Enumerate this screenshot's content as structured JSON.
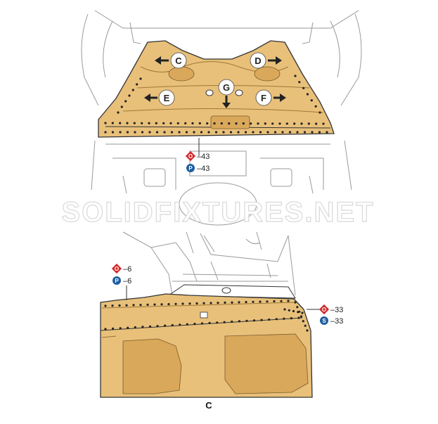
{
  "top_view": {
    "callouts": [
      "C",
      "D",
      "E",
      "F",
      "G"
    ],
    "legend": [
      {
        "icon": "red-diamond-marker-icon",
        "letter": "O",
        "color": "#d0282c",
        "value": "43"
      },
      {
        "icon": "blue-circle-marker-icon",
        "letter": "P",
        "color": "#1f5fa0",
        "value": "43"
      }
    ]
  },
  "watermark": "SOLIDFIXTURES.NET",
  "detail_view": {
    "left_legend": [
      {
        "icon": "red-diamond-marker-icon",
        "letter": "O",
        "color": "#d0282c",
        "value": "6"
      },
      {
        "icon": "blue-circle-marker-icon",
        "letter": "P",
        "color": "#1f5fa0",
        "value": "6"
      }
    ],
    "right_legend": [
      {
        "icon": "red-diamond-marker-icon",
        "letter": "O",
        "color": "#d0282c",
        "value": "33"
      },
      {
        "icon": "blue-circle-marker-icon",
        "letter": "S",
        "color": "#1f5fa0",
        "value": "33"
      }
    ],
    "view_label": "C"
  },
  "colors": {
    "panel": "#e8c07a",
    "panel_shade": "#d9a85a",
    "outline": "#333333"
  }
}
